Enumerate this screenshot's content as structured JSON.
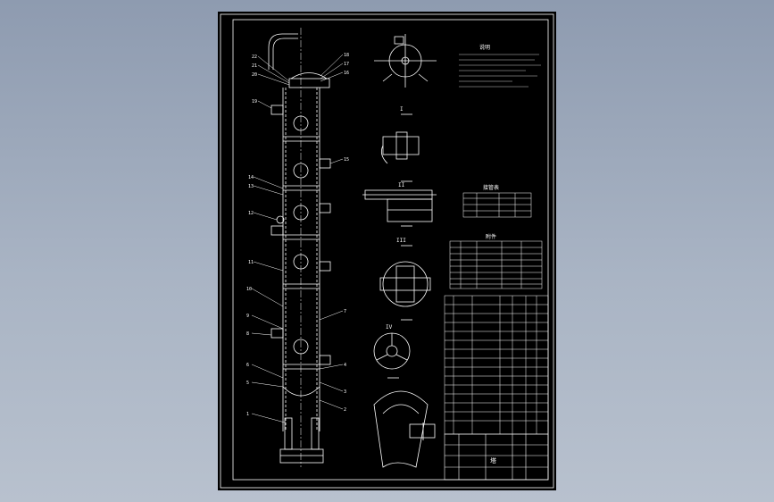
{
  "viewer": {
    "background_top": "#8e9bb0",
    "background_bottom": "#b8c1ce",
    "paper_color": "#000000",
    "line_color": "#ffffff"
  },
  "drawing": {
    "view_labels": [
      "I",
      "II",
      "III",
      "IV"
    ],
    "notes_heading": "说明",
    "nozzle_table_title": "接管表",
    "parts_table_title": "附件",
    "title_block_label": "塔",
    "callouts": [
      "1",
      "2",
      "3",
      "4",
      "5",
      "6",
      "7",
      "8",
      "9",
      "10",
      "11",
      "12",
      "13",
      "14",
      "15",
      "16",
      "17",
      "18",
      "19",
      "20",
      "21",
      "22"
    ]
  }
}
